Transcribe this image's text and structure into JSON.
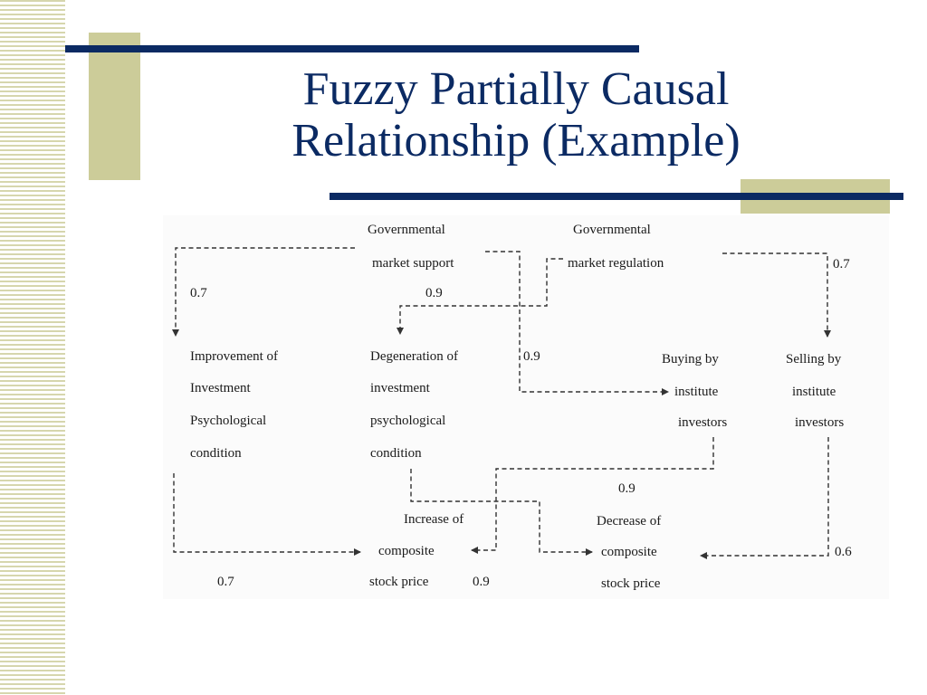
{
  "slide": {
    "title_lines": [
      "Fuzzy Partially Causal",
      "Relationship (Example)"
    ]
  },
  "diagram": {
    "nodes": {
      "gov_support": [
        "Governmental",
        "market support"
      ],
      "gov_regulation": [
        "Governmental",
        "market regulation"
      ],
      "improvement": [
        "Improvement of",
        "Investment",
        "Psychological",
        "condition"
      ],
      "degeneration": [
        "Degeneration of",
        "investment",
        "psychological",
        "condition"
      ],
      "buying": [
        "Buying by",
        "institute",
        "investors"
      ],
      "selling": [
        "Selling by",
        "institute",
        "investors"
      ],
      "increase": [
        "Increase of",
        "composite",
        "stock price"
      ],
      "decrease": [
        "Decrease of",
        "composite",
        "stock price"
      ]
    },
    "weights": {
      "support_to_improvement": "0.7",
      "support_to_buying": "0.9",
      "regulation_to_degeneration": "0.9",
      "regulation_to_selling": "0.7",
      "buying_to_increase": "0.9",
      "improvement_to_increase": "0.7",
      "degeneration_to_increase": "0.9",
      "selling_to_decrease": "0.6"
    }
  },
  "colors": {
    "title": "#0b2a63",
    "rule": "#0b2a63",
    "accent": "#cccc99",
    "stripe": "#d6d6ad"
  }
}
